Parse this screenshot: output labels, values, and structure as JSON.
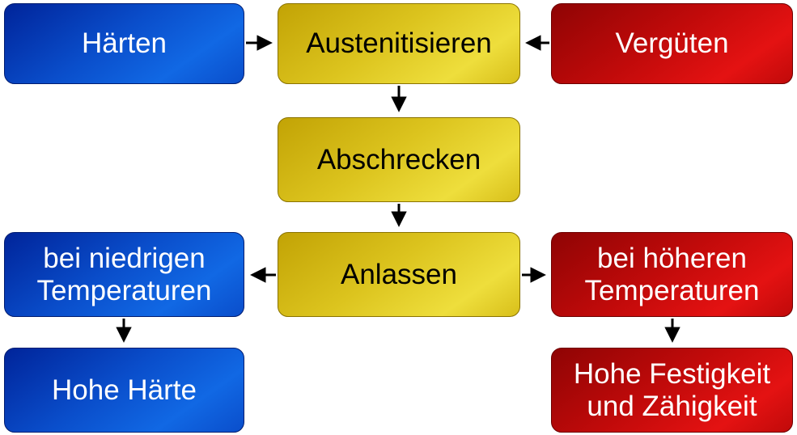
{
  "diagram": {
    "description": "Flowchart of steel heat treatment (German): hardening and quench-and-temper process",
    "nodes": {
      "haerten": {
        "label": "Härten",
        "color": "blue"
      },
      "austenitisieren": {
        "label": "Austenitisieren",
        "color": "yellow"
      },
      "verguenten": {
        "label": "Vergüten",
        "color": "red"
      },
      "abschrecken": {
        "label": "Abschrecken",
        "color": "yellow"
      },
      "anlassen": {
        "label": "Anlassen",
        "color": "yellow"
      },
      "niedrig": {
        "label": "bei niedrigen Temperaturen",
        "color": "blue"
      },
      "hoeher": {
        "label": "bei höheren Temperaturen",
        "color": "red"
      },
      "hohe_haerte": {
        "label": "Hohe Härte",
        "color": "blue"
      },
      "festigkeit": {
        "label": "Hohe Festigkeit und Zähigkeit",
        "color": "red"
      }
    },
    "edges": [
      {
        "from": "Härten",
        "to": "Austenitisieren"
      },
      {
        "from": "Vergüten",
        "to": "Austenitisieren"
      },
      {
        "from": "Austenitisieren",
        "to": "Abschrecken"
      },
      {
        "from": "Abschrecken",
        "to": "Anlassen"
      },
      {
        "from": "Anlassen",
        "to": "bei niedrigen Temperaturen"
      },
      {
        "from": "Anlassen",
        "to": "bei höheren Temperaturen"
      },
      {
        "from": "bei niedrigen Temperaturen",
        "to": "Hohe Härte"
      },
      {
        "from": "bei höheren Temperaturen",
        "to": "Hohe Festigkeit und Zähigkeit"
      }
    ],
    "colors": {
      "blue_dark": "#00249a",
      "blue_light": "#1168e4",
      "yellow_dark": "#c2a305",
      "yellow_light": "#eede3c",
      "red_dark": "#8f0404",
      "red_light": "#e41212",
      "arrow": "#000000",
      "text_on_dark": "#ffffff",
      "text_on_yellow": "#000000"
    }
  }
}
